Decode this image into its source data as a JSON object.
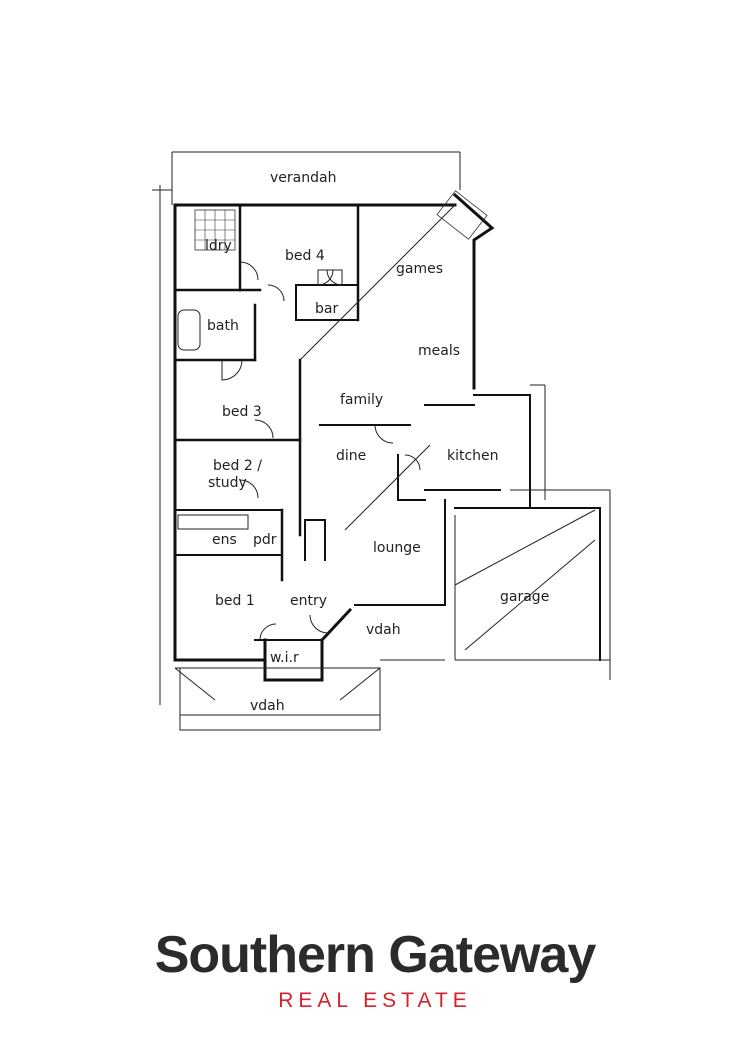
{
  "floor_plan": {
    "rooms": {
      "verandah": "verandah",
      "ldry": "ldry",
      "bed4": "bed 4",
      "games": "games",
      "bar": "bar",
      "bath": "bath",
      "meals": "meals",
      "family": "family",
      "bed3": "bed 3",
      "dine": "dine",
      "kitchen": "kitchen",
      "bed2_line1": "bed 2 /",
      "bed2_line2": "study",
      "ens": "ens",
      "pdr": "pdr",
      "lounge": "lounge",
      "bed1": "bed 1",
      "entry": "entry",
      "vdah_right": "vdah",
      "garage": "garage",
      "wir": "w.i.r",
      "vdah_front": "vdah"
    }
  },
  "branding": {
    "name_part1": "Southern ",
    "name_g": "G",
    "name_part2": "ateway",
    "tagline": "REAL ESTATE",
    "colors": {
      "dark": "#2b2b2b",
      "accent": "#d4232a"
    }
  }
}
